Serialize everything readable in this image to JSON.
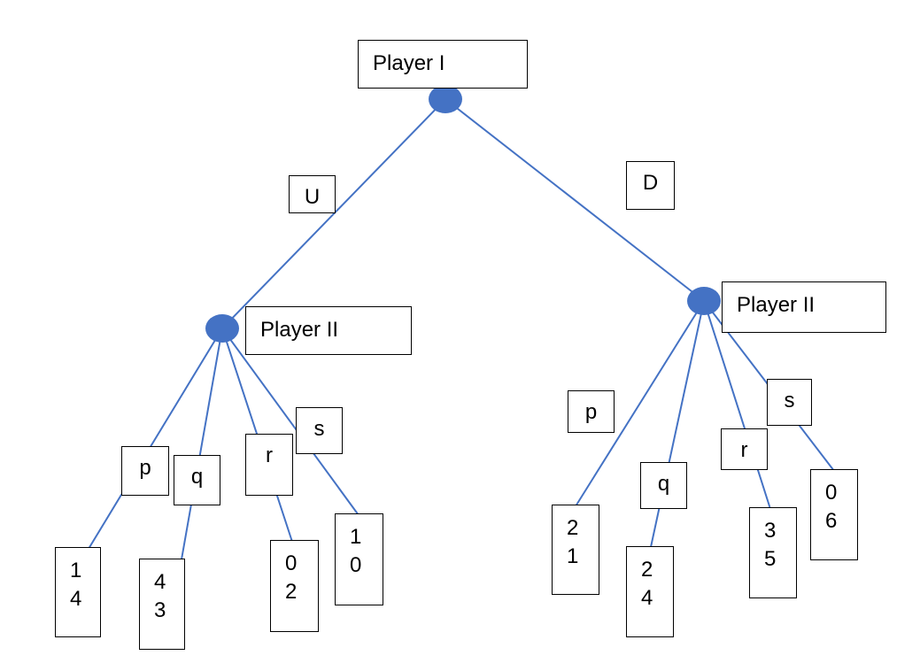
{
  "players": {
    "root": "Player I",
    "left": "Player II",
    "right": "Player II"
  },
  "moves": {
    "player1": [
      "U",
      "D"
    ],
    "left": [
      "p",
      "q",
      "r",
      "s"
    ],
    "right": [
      "p",
      "q",
      "r",
      "s"
    ]
  },
  "payoffs": {
    "left": [
      {
        "p1": "1",
        "p2": "4"
      },
      {
        "p1": "4",
        "p2": "3"
      },
      {
        "p1": "0",
        "p2": "2"
      },
      {
        "p1": "1",
        "p2": "0"
      }
    ],
    "right": [
      {
        "p1": "2",
        "p2": "1"
      },
      {
        "p1": "2",
        "p2": "4"
      },
      {
        "p1": "3",
        "p2": "5"
      },
      {
        "p1": "0",
        "p2": "6"
      }
    ]
  }
}
